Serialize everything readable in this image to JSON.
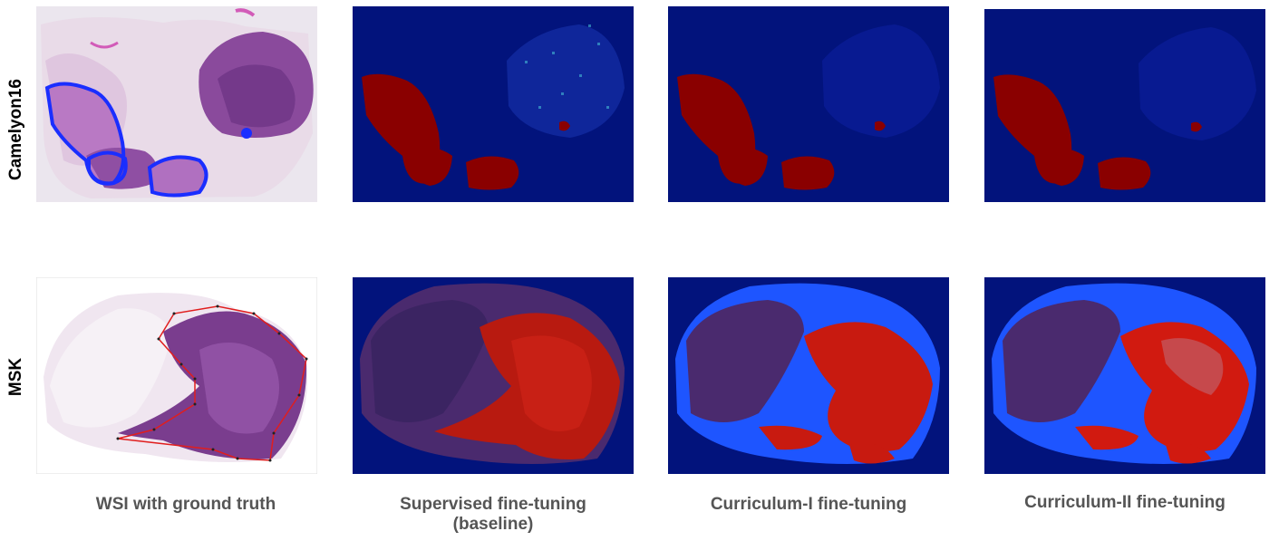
{
  "rows": [
    {
      "label": "Camelyon16"
    },
    {
      "label": "MSK"
    }
  ],
  "columns": [
    {
      "line1": "WSI with ground truth",
      "line2": ""
    },
    {
      "line1": "Supervised fine-tuning",
      "line2": "(baseline)"
    },
    {
      "line1": "Curriculum-I fine-tuning",
      "line2": ""
    },
    {
      "line1": "Curriculum-II fine-tuning",
      "line2": ""
    }
  ],
  "colors": {
    "heatmap_background": "#02137c",
    "tumor_red": "#8a0000",
    "tumor_bright_red": "#d11a10",
    "uncertain_blue": "#1e55ff",
    "annotation_blue": "#1a2eff",
    "annotation_red": "#e01e1e",
    "stain_purple": "#7a3d8e"
  }
}
